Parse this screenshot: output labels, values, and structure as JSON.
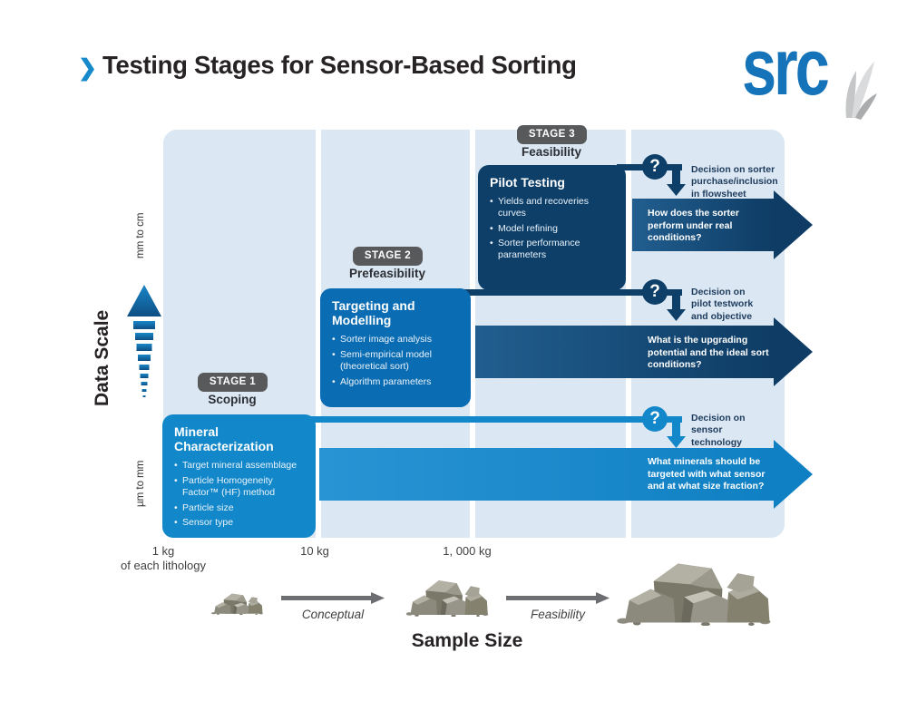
{
  "header": {
    "chevron": "❯",
    "title": "Testing Stages for Sensor-Based Sorting",
    "logo_text": "src"
  },
  "colors": {
    "brand_blue": "#1573b9",
    "bright_blue": "#1287c9",
    "mid_blue": "#0a6cb2",
    "navy": "#0e3f68",
    "panel_bg": "#dbe7f2",
    "badge_gray": "#58595b"
  },
  "question_mark": "?",
  "y_axis": {
    "label": "Data Scale",
    "top_tick": "mm to cm",
    "bottom_tick": "µm to mm"
  },
  "x_axis": {
    "label": "Sample Size",
    "tick1_line1": "1 kg",
    "tick1_line2": "of each lithology",
    "tick2": "10 kg",
    "tick3": "1, 000 kg",
    "arrow1_label": "Conceptual",
    "arrow2_label": "Feasibility"
  },
  "stages": [
    {
      "badge": "STAGE 1",
      "phase": "Scoping",
      "box_title": "Mineral Characterization",
      "bullets": [
        "Target mineral assemblage",
        "Particle Homogeneity Factor™ (HF) method",
        "Particle size",
        "Sensor type"
      ],
      "decision": "Decision on sensor technology",
      "arrow_question": "What minerals should be targeted with what sensor and at what size fraction?"
    },
    {
      "badge": "STAGE 2",
      "phase": "Prefeasibility",
      "box_title": "Targeting and Modelling",
      "bullets": [
        "Sorter image analysis",
        "Semi-empirical model (theoretical sort)",
        "Algorithm parameters"
      ],
      "decision": "Decision on pilot testwork and objective",
      "arrow_question": "What is the upgrading potential and the ideal sort conditions?"
    },
    {
      "badge": "STAGE 3",
      "phase": "Feasibility",
      "box_title": "Pilot Testing",
      "bullets": [
        "Yields and recoveries curves",
        "Model refining",
        "Sorter performance parameters"
      ],
      "decision": "Decision on sorter purchase/inclusion in flowsheet",
      "arrow_question": "How does the sorter perform under real conditions?"
    }
  ]
}
